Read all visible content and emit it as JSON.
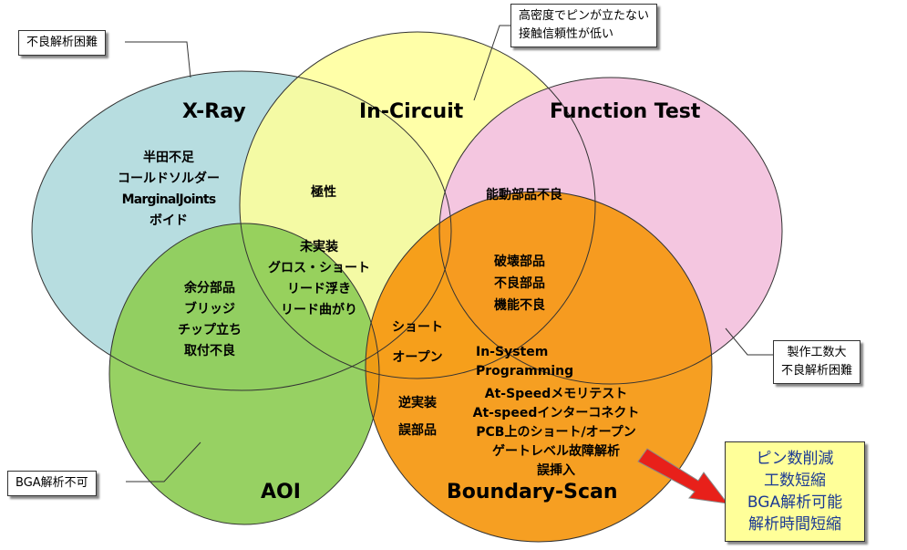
{
  "circles": {
    "xray": {
      "title": "X-Ray",
      "color": "#b7dde0",
      "items": [
        "半田不足",
        "コールドソルダー",
        "MarginalJoints",
        "ボイド"
      ]
    },
    "incircuit": {
      "title": "In-Circuit",
      "color": "#ffff99",
      "items": [
        "極性"
      ]
    },
    "function": {
      "title": "Function Test",
      "color": "#f4c6e0",
      "items": [
        "能動部品不良"
      ]
    },
    "aoi": {
      "title": "AOI",
      "color": "#8fce57",
      "items": [
        "余分部品",
        "ブリッジ",
        "チップ立ち",
        "取付不良"
      ]
    },
    "boundary": {
      "title": "Boundary-Scan",
      "color": "#f5970f",
      "items": [
        "In-System",
        "Programming",
        "At-Speedメモリテスト",
        "At-speedインターコネクト",
        "PCB上のショート/オープン",
        "ゲートレベル故障解析",
        "誤挿入"
      ]
    }
  },
  "overlaps": {
    "xray_aoi_incircuit": [
      "未実装",
      "グロス・ショート",
      "リード浮き",
      "リード曲がり"
    ],
    "function_boundary": [
      "破壊部品",
      "不良部品",
      "機能不良"
    ],
    "incircuit_aoi_boundary": [
      "ショート",
      "オープン"
    ],
    "aoi_boundary": [
      "逆実装",
      "誤部品"
    ]
  },
  "callouts": {
    "xray": "不良解析困難",
    "incircuit": [
      "高密度でピンが立たない",
      "接触信頼性が低い"
    ],
    "function": [
      "製作工数大",
      "不良解析困難"
    ],
    "aoi": "BGA解析不可"
  },
  "benefits": [
    "ピン数削減",
    "工数短縮",
    "BGA解析可能",
    "解析時間短縮"
  ],
  "arrow_color": "#e8201a"
}
